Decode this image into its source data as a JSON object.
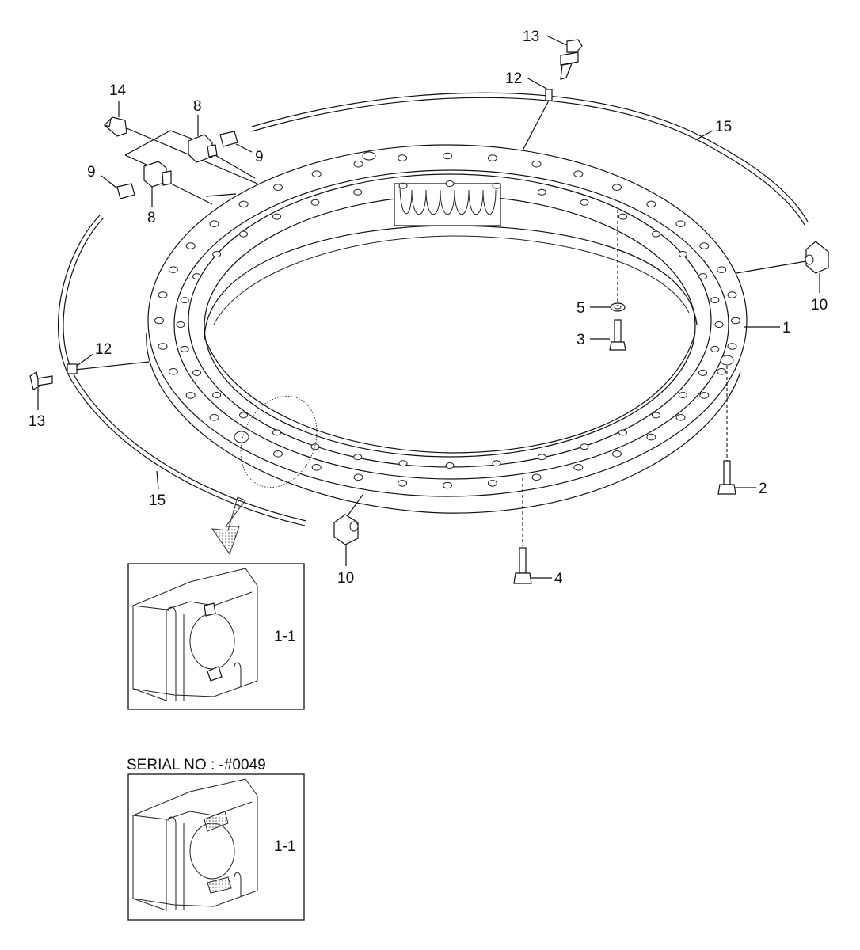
{
  "diagram": {
    "part_labels": {
      "p1": "1",
      "p2": "2",
      "p3": "3",
      "p4": "4",
      "p5": "5",
      "p8a": "8",
      "p8b": "8",
      "p9a": "9",
      "p9b": "9",
      "p10a": "10",
      "p10b": "10",
      "p12a": "12",
      "p12b": "12",
      "p13a": "13",
      "p13b": "13",
      "p14": "14",
      "p15a": "15",
      "p15b": "15"
    },
    "detail_top": {
      "label": "1-1"
    },
    "detail_bottom": {
      "label": "1-1",
      "caption": "SERIAL NO : -#0049"
    }
  }
}
